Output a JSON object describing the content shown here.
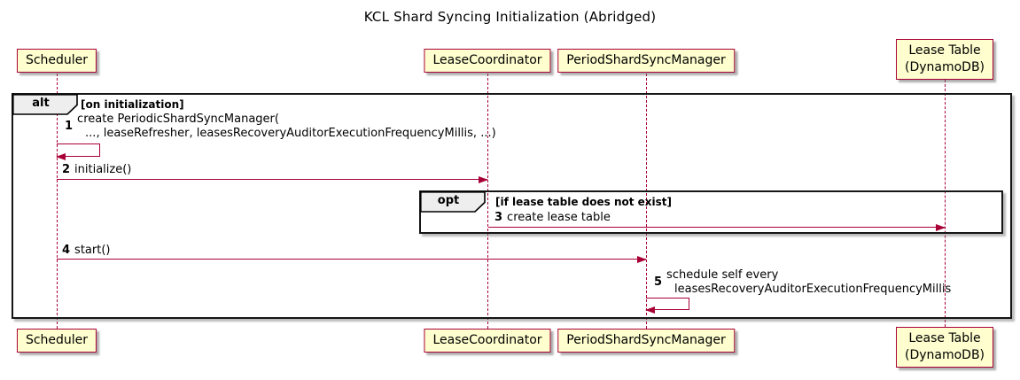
{
  "diagram": {
    "type": "sequence",
    "title": "KCL Shard Syncing Initialization (Abridged)"
  },
  "participants": [
    {
      "name": "Scheduler"
    },
    {
      "name": "LeaseCoordinator"
    },
    {
      "name": "PeriodShardSyncManager"
    },
    {
      "name": "Lease Table",
      "sub": "(DynamoDB)"
    }
  ],
  "frames": [
    {
      "operator": "alt",
      "condition": "[on initialization]"
    },
    {
      "operator": "opt",
      "condition": "[if lease table does not exist]"
    }
  ],
  "messages": [
    {
      "num": "1",
      "from": "Scheduler",
      "to": "Scheduler",
      "line1": "create PeriodicShardSyncManager(",
      "line2": "..., leaseRefresher, leasesRecoveryAuditorExecutionFrequencyMillis, ...)"
    },
    {
      "num": "2",
      "from": "Scheduler",
      "to": "LeaseCoordinator",
      "text": "initialize()"
    },
    {
      "num": "3",
      "from": "LeaseCoordinator",
      "to": "Lease Table (DynamoDB)",
      "text": "create lease table"
    },
    {
      "num": "4",
      "from": "Scheduler",
      "to": "PeriodShardSyncManager",
      "text": "start()"
    },
    {
      "num": "5",
      "from": "PeriodShardSyncManager",
      "to": "PeriodShardSyncManager",
      "line1": "schedule self every",
      "line2": "leasesRecoveryAuditorExecutionFrequencyMillis"
    }
  ],
  "colors": {
    "participant_fill": "#FEFECE",
    "participant_border": "#A80036",
    "arrow": "#A80036",
    "lifeline": "#A80036",
    "frame_border": "#151515",
    "operator_label_fill": "#EEEEEE",
    "background": "#FFFFFF",
    "text": "#000000"
  }
}
